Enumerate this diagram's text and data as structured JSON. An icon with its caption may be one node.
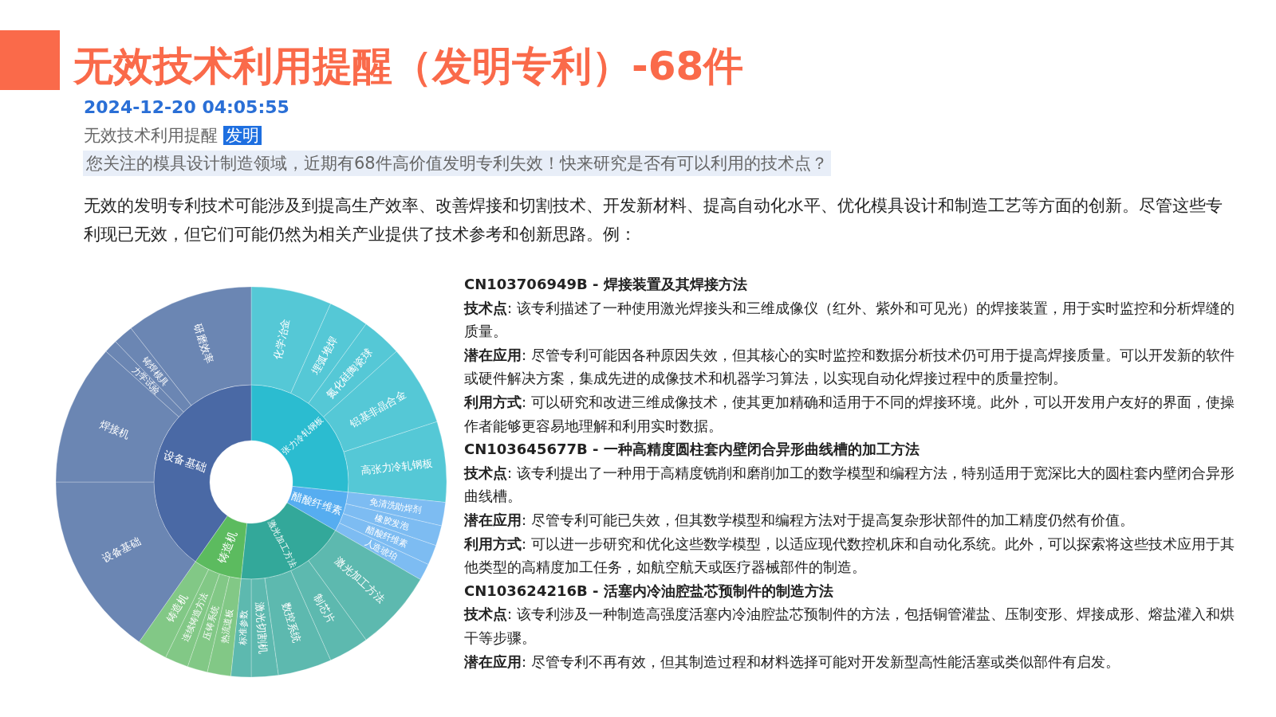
{
  "diagram": {
    "title": "无效技术利用提醒（发明专利）-68件",
    "labels": [
      "2024-12-20 04:05:55",
      "无效技术利用提醒",
      "发明",
      "您关注的模具设计制造领域，近期有68件高价值发明专利失效！快来研究是否有可以利用的技术点？",
      "无效的发明专利技术可能涉及到提高生产效率、改善焊接和切割技术、开发新材料、提高自动化水平、优化模具设计和制造工艺等方面的创新。尽管这些专利现已无效，但它们可能仍然为相关产业提供了技术参考和创新思路。例：",
      "张力冷轧钢板",
      "醋酸纤维素",
      "激光加工方法",
      "铸造机",
      "设备基础",
      "化学冶金",
      "埋弧堆焊",
      "氮化硅陶瓷球",
      "铝基非晶合金",
      "高张力冷轧钢板",
      "免清洗助焊剂",
      "橡胶发泡",
      "醋酸纤维素",
      "人造琥珀",
      "激光加工方法",
      "制芯片",
      "数控系统",
      "激光切割机",
      "标准参数",
      "热流道板",
      "压铸系统",
      "连续铸造方法",
      "铸造机",
      "设备基础",
      "焊接机",
      "力学试验",
      "铸焊模具",
      "研磨效率",
      "CN103706949B - 焊接装置及其焊接方法",
      "**技术点**: 该专利描述了一种使用激光焊接头和三维成像仪（红外、紫外和可见光）的焊接装置，用于实时监控和分析焊缝的质量。",
      "**潜在应用**: 尽管专利可能因各种原因失效，但其核心的实时监控和数据分析技术仍可用于提高焊接质量。可以开发新的软件或硬件解决方案，集成先进的成像技术和机器学习算法，以实现自动化焊接过程中的质量控制。",
      "**利用方式**: 可以研究和改进三维成像技术，使其更加精确和适用于不同的焊接环境。此外，可以开发用户友好的界面，使操作者能够更容易地理解和利用实时数据。",
      "CN103645677B - 一种高精度圆柱套内壁闭合异形曲线槽的加工方法",
      "**技术点**: 该专利提出了一种用于高精度铣削和磨削加工的数学模型和编程方法，特别适用于宽深比大的圆柱套内壁闭合异形曲线槽。",
      "**潜在应用**: 尽管专利可能已失效，但其数学模型和编程方法对于提高复杂形状部件的加工精度仍然有价值。",
      "**利用方式**: 可以进一步研究和优化这些数学模型，以适应现代数控机床和自动化系统。此外，可以探索将这些技术应用于其他类型的高精度加工任务，如航空航天或医疗器械部件的制造。",
      "CN103624216B - 活塞内冷油腔盐芯预制件的制造方法",
      "**技术点**: 该专利涉及一种制造高强度活塞内冷油腔盐芯预制件的方法，包括铜管灌盐、压制变形、焊接成形、熔盐灌入和烘干等步骤。",
      "**潜在应用**: 尽管专利不再有效，但其制造过程和材料选择可能对开发新型高性能活塞或类似部件有启发。"
    ]
  }
}
